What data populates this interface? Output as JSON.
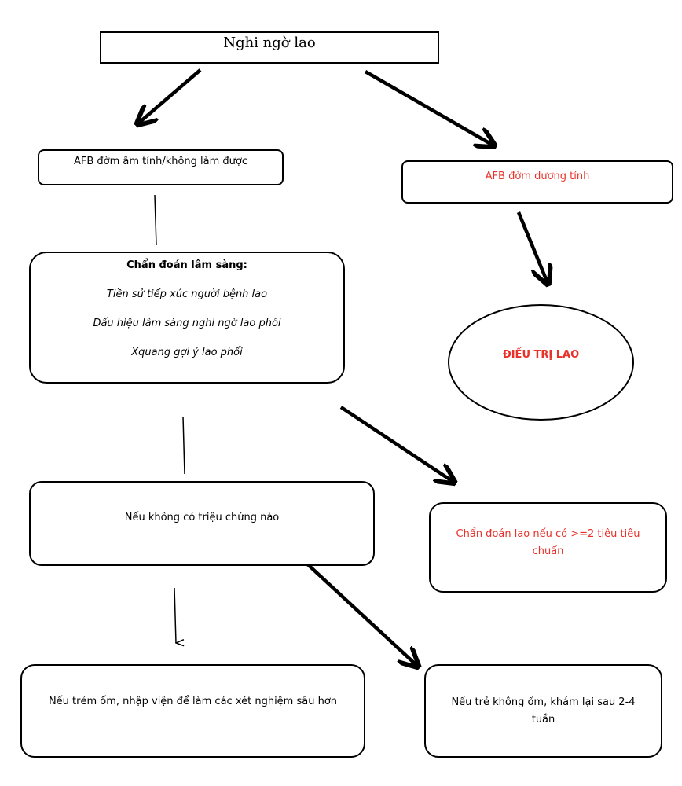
{
  "start": {
    "label": "Nghi ngờ lao"
  },
  "afb_negative": {
    "label": "AFB đờm âm tính/không làm được"
  },
  "afb_positive": {
    "label": "AFB đờm dương tính",
    "color": "#e8312a"
  },
  "clinical": {
    "heading": "Chẩn đoán lâm sàng:",
    "criteria": [
      "Tiền sử tiếp xúc người bệnh lao",
      "Dấu hiệu lâm sàng nghi ngờ lao phôi",
      "Xquang gợi ý lao phổi"
    ]
  },
  "treatment": {
    "label": "ĐIỀU TRỊ LAO",
    "color": "#e8312a"
  },
  "no_symptom": {
    "label": "Nếu không có triệu chứng nào"
  },
  "diagnosis_criteria": {
    "label": "Chẩn đoán lao nếu có >=2 tiêu tiêu chuẩn",
    "color": "#e8312a"
  },
  "sick_child": {
    "label": "Nếu trẻm ốm, nhập viện để làm các xét nghiệm sâu hơn"
  },
  "not_sick_child": {
    "label": "Nếu trẻ không ốm, khám lại sau 2-4 tuần"
  }
}
